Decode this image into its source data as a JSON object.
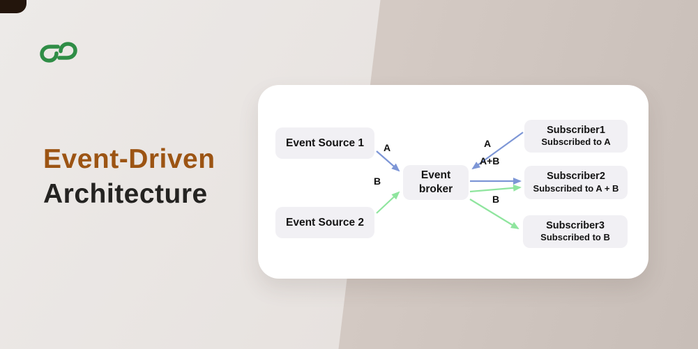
{
  "title": {
    "line1": "Event-Driven",
    "line2": "Architecture"
  },
  "brand": {
    "logo_icon": "geeksforgeeks-logo",
    "color": "#2f8d46"
  },
  "colors": {
    "title_accent": "#9c5413",
    "title_dark": "#242321",
    "arrow_blue": "#7d96d6",
    "arrow_green": "#8fe59e",
    "node_bg": "#f1f0f4",
    "card_bg": "#ffffff"
  },
  "diagram": {
    "sources": [
      {
        "label": "Event Source 1"
      },
      {
        "label": "Event Source 2"
      }
    ],
    "broker": {
      "label": "Event broker"
    },
    "subscribers": [
      {
        "title": "Subscriber1",
        "subtitle": "Subscribed to A"
      },
      {
        "title": "Subscriber2",
        "subtitle": "Subscribed to A + B"
      },
      {
        "title": "Subscriber3",
        "subtitle": "Subscribed to B"
      }
    ],
    "edge_labels": {
      "source1_to_broker": "A",
      "source2_to_broker": "B",
      "subscriber1_edge": "A",
      "broker_to_subscriber2": "A+B",
      "broker_to_subscriber3": "B"
    }
  }
}
